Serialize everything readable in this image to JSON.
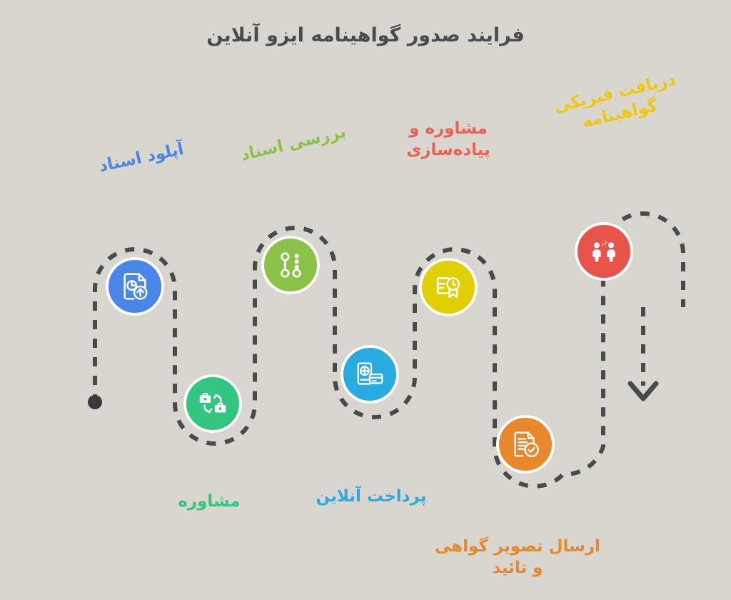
{
  "page": {
    "title": "فرایند صدور گواهینامه ایزو آنلاین",
    "background_color": "#d9d6cf",
    "title_color": "#4b4b4b",
    "path_color": "#4a4a4a",
    "node_ring_color": "#ffffff"
  },
  "steps": [
    {
      "label": "آپلود اسناد",
      "color": "#4a86e8",
      "icon": "document-upload-icon",
      "label_color": "#4a86e8",
      "label_position": "top"
    },
    {
      "label": "مشاوره",
      "color": "#33c680",
      "icon": "briefcase-exchange-icon",
      "label_color": "#33c680",
      "label_position": "bottom"
    },
    {
      "label": "بررسی اسناد",
      "color": "#8bc34a",
      "icon": "workflow-nodes-icon",
      "label_color": "#8bc34a",
      "label_position": "top"
    },
    {
      "label": "پرداخت آنلاین",
      "color": "#29abe2",
      "icon": "card-payment-icon",
      "label_color": "#29abe2",
      "label_position": "bottom"
    },
    {
      "label": "مشاوره و\nپیاده‌سازی",
      "color": "#e0d000",
      "icon": "certificate-award-icon",
      "label_color": "#ea6253",
      "label_position": "top"
    },
    {
      "label": "ارسال تصویر گواهی\nو تائید",
      "color": "#e8882b",
      "icon": "document-verified-icon",
      "label_color": "#e8882b",
      "label_position": "bottom"
    },
    {
      "label": "دریافت فیزیکی\nگواهینامه",
      "color": "#e8534a",
      "icon": "people-spark-icon",
      "label_color": "#f0c808",
      "label_position": "top"
    }
  ],
  "markers": {
    "start": "start-dot",
    "end": "end-arrow"
  }
}
